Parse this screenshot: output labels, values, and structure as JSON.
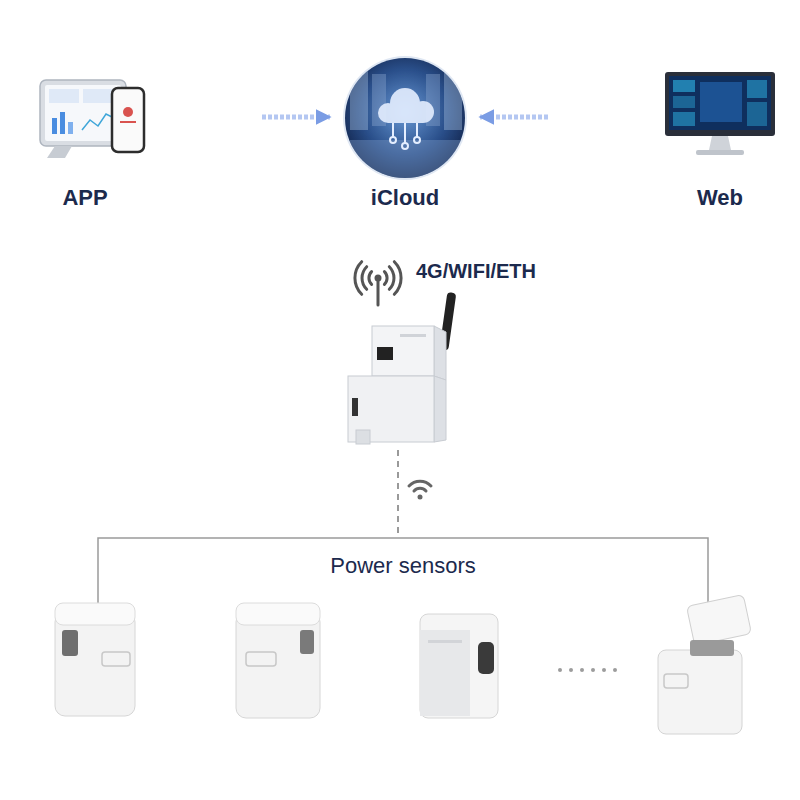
{
  "diagram": {
    "nodes": [
      {
        "text": [
          "APP"
        ]
      },
      {
        "text": [
          "iCloud"
        ]
      },
      {
        "text": [
          "Web"
        ]
      },
      {
        "text": [
          "4G/WIFI/ETH"
        ]
      },
      {
        "text": [
          "Power sensors"
        ]
      }
    ],
    "edges": [
      {
        "from": 0,
        "to": 1,
        "arrow": "to"
      },
      {
        "from": 2,
        "to": 1,
        "arrow": "to"
      },
      {
        "from": 3,
        "to": 4,
        "arrow": "none"
      }
    ]
  }
}
